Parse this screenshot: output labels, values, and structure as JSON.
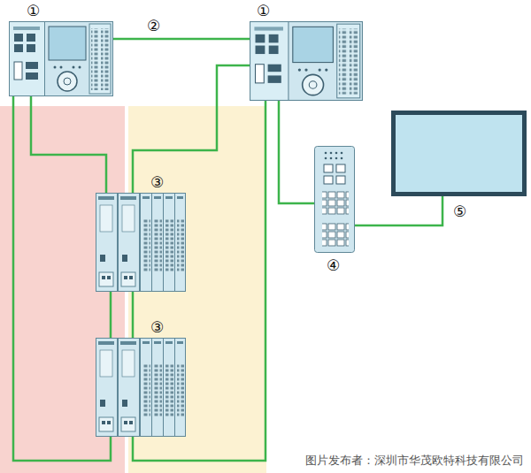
{
  "diagram": {
    "nodes": [
      {
        "text": [
          "①"
        ]
      },
      {
        "text": [
          "①"
        ]
      },
      {
        "text": [
          "③"
        ]
      },
      {
        "text": [
          "③"
        ]
      },
      {
        "text": [
          "④"
        ]
      },
      {
        "text": [
          "⑤"
        ]
      }
    ],
    "edges": [
      {
        "from": 0,
        "to": 1,
        "arrow": "none",
        "label": "②"
      },
      {
        "from": 0,
        "to": 2,
        "arrow": "none"
      },
      {
        "from": 0,
        "to": 3,
        "arrow": "none"
      },
      {
        "from": 1,
        "to": 2,
        "arrow": "none"
      },
      {
        "from": 1,
        "to": 3,
        "arrow": "none"
      },
      {
        "from": 2,
        "to": 3,
        "arrow": "none"
      },
      {
        "from": 2,
        "to": 3,
        "arrow": "none"
      },
      {
        "from": 1,
        "to": 4,
        "arrow": "none"
      },
      {
        "from": 4,
        "to": 5,
        "arrow": "none"
      }
    ],
    "labels": [
      "图片发布者：深圳市华茂欧特科技有限公司"
    ]
  }
}
